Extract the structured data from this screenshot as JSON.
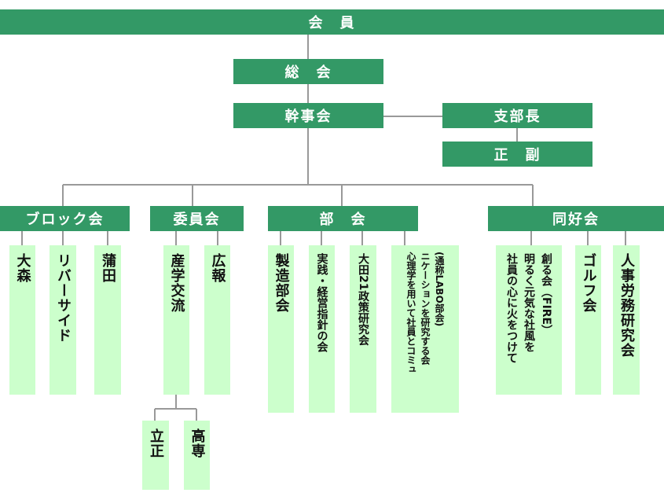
{
  "top": "会　員",
  "general_meeting": "総　会",
  "board": "幹事会",
  "branch_head": "支部長",
  "deputy": "正　副",
  "groups": {
    "block": "ブロック会",
    "committee": "委員会",
    "division": "部　会",
    "club": "同好会"
  },
  "block_items": [
    "大森",
    "リバーサイド",
    "蒲田"
  ],
  "committee_items": [
    "産学交流",
    "広報"
  ],
  "sangaku_sub": [
    "立正",
    "高専"
  ],
  "division_items": [
    "製造部会",
    "実践・経営指針の会",
    "大田21政策研究会",
    "(通称LABO部会)",
    "心理学を用いて社員とコミュ",
    "ニケーションを研究する会"
  ],
  "club_items": [
    "創る会（FIRE）",
    "明るく元気な社風を",
    "社員の心に火をつけて",
    "ゴルフ会",
    "人事労務研究会"
  ],
  "colors": {
    "header_bg": "#339966",
    "leaf_bg": "#ccffcc",
    "line": "#999999"
  }
}
